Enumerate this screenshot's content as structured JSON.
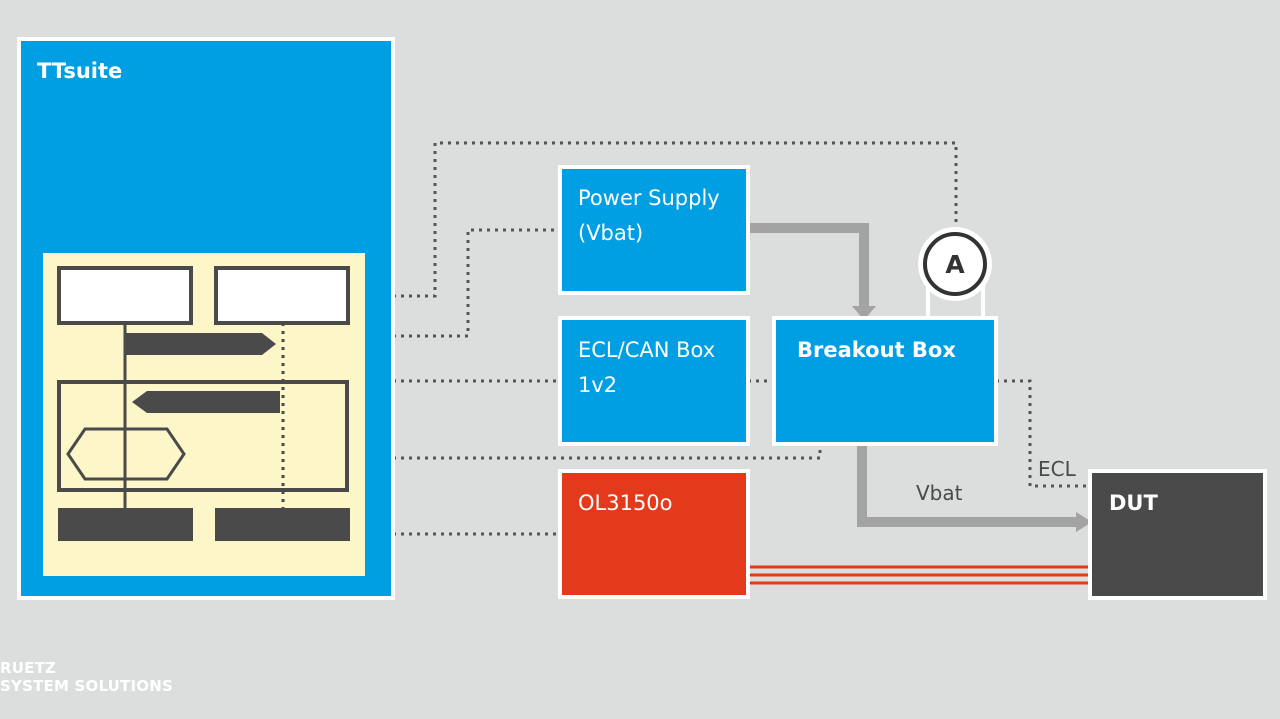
{
  "colors": {
    "background": "#dcdddd",
    "blue": "#009fe3",
    "red": "#e33a1b",
    "dark": "#4a4a4a",
    "panel": "#fcf6c9",
    "wire": "#a3a3a3",
    "dotted": "#555555",
    "signal": "#e33a1b"
  },
  "ttsuite": {
    "title": "TTsuite"
  },
  "power_supply": {
    "line1": "Power Supply",
    "line2": "(Vbat)"
  },
  "ecl_can_box": {
    "line1": "ECL/CAN Box",
    "line2": "1v2"
  },
  "ol3150": {
    "label": "OL3150o"
  },
  "breakout_box": {
    "label": "Breakout Box"
  },
  "ammeter": {
    "label": "A"
  },
  "dut": {
    "label": "DUT"
  },
  "wire_labels": {
    "ecl": "ECL",
    "vbat": "Vbat"
  },
  "brand": {
    "line1": "RUETZ",
    "line2": "SYSTEM SOLUTIONS"
  }
}
